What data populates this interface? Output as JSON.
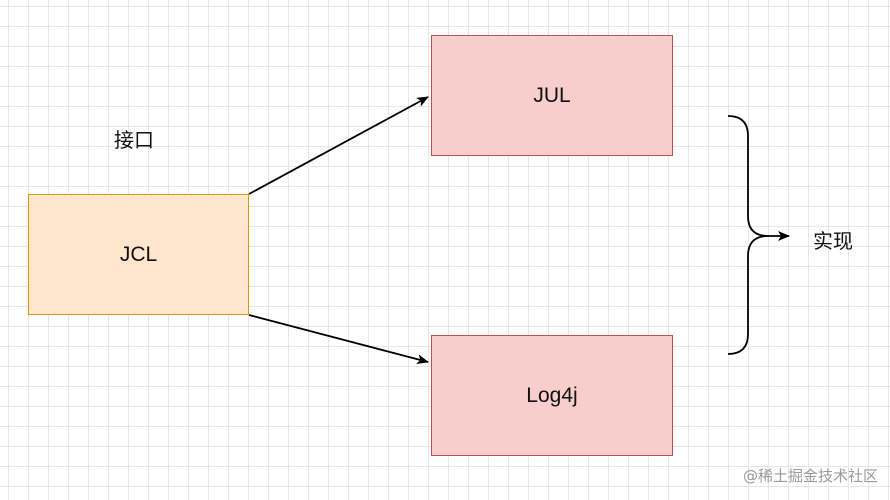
{
  "diagram": {
    "nodes": {
      "jcl": {
        "label": "JCL",
        "fill": "#ffe6cc",
        "stroke": "#d79b00"
      },
      "jul": {
        "label": "JUL",
        "fill": "#f8cecc",
        "stroke": "#b85450"
      },
      "log4j": {
        "label": "Log4j",
        "fill": "#f8cecc",
        "stroke": "#b85450"
      }
    },
    "labels": {
      "interface": "接口",
      "implementation": "实现"
    },
    "edges": [
      {
        "from": "JCL",
        "to": "JUL"
      },
      {
        "from": "JCL",
        "to": "Log4j"
      }
    ]
  },
  "watermark": "@稀土掘金技术社区"
}
